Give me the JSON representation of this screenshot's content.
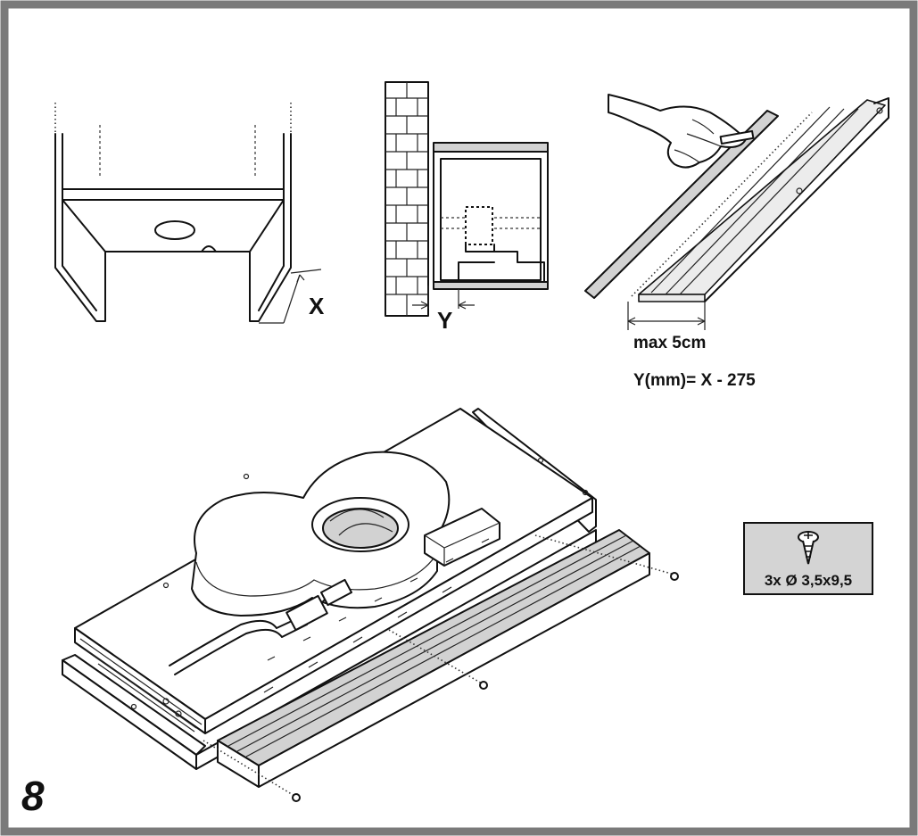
{
  "figure_number": "8",
  "labels": {
    "x_dimension": "X",
    "y_dimension": "Y",
    "max_extension": "max 5cm",
    "formula": "Y(mm)= X - 275"
  },
  "screw_box": {
    "icon": "screw-icon",
    "quantity_spec": "3x Ø 3,5x9,5"
  },
  "colors": {
    "frame": "#7a7a7a",
    "panel_fill": "#d2d2d2"
  }
}
